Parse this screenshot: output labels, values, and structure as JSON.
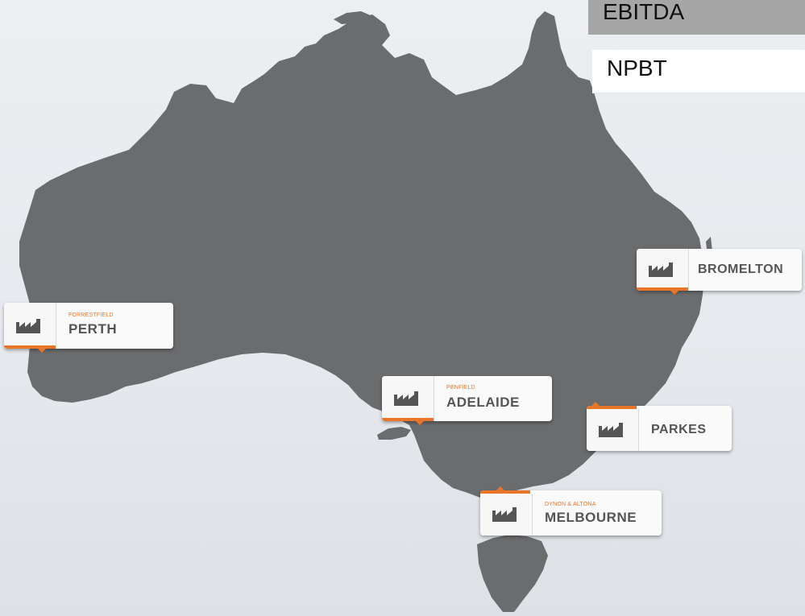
{
  "legend": {
    "ebitda": "EBITDA",
    "npbt": "NPBT"
  },
  "colors": {
    "land": "#6b6c6e",
    "accent": "#e8752a",
    "card": "#fafafa",
    "ocean": "#e6e9ed"
  },
  "markers": [
    {
      "city": "PERTH",
      "sub": "FORRESTFIELD",
      "icon": "factory-icon"
    },
    {
      "city": "BROMELTON",
      "sub": "",
      "icon": "factory-icon"
    },
    {
      "city": "ADELAIDE",
      "sub": "PENFIELD",
      "icon": "factory-icon"
    },
    {
      "city": "PARKES",
      "sub": "",
      "icon": "factory-icon"
    },
    {
      "city": "MELBOURNE",
      "sub": "DYNON & ALTONA",
      "icon": "factory-icon"
    }
  ]
}
